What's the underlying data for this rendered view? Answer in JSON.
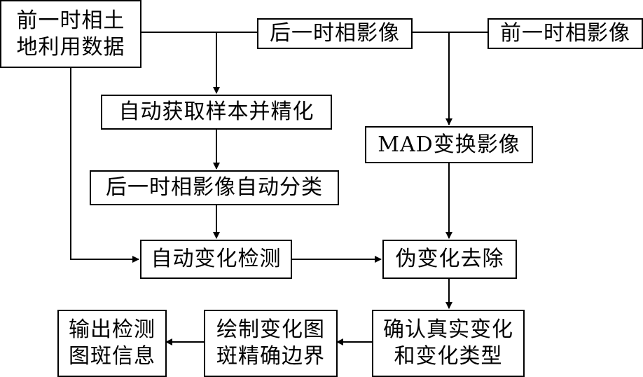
{
  "nodes": {
    "prev_landuse": "前一时相土\n地利用数据",
    "later_image": "后一时相影像",
    "prev_image": "前一时相影像",
    "sample": "自动获取样本并精化",
    "mad": "MAD变换影像",
    "classify": "后一时相影像自动分类",
    "detect": "自动变化检测",
    "pseudo": "伪变化去除",
    "confirm": "确认真实变化\n和变化类型",
    "draw": "绘制变化图\n斑精确边界",
    "output": "输出检测\n图斑信息"
  },
  "colors": {
    "stroke": "#000000",
    "background": "#ffffff"
  }
}
